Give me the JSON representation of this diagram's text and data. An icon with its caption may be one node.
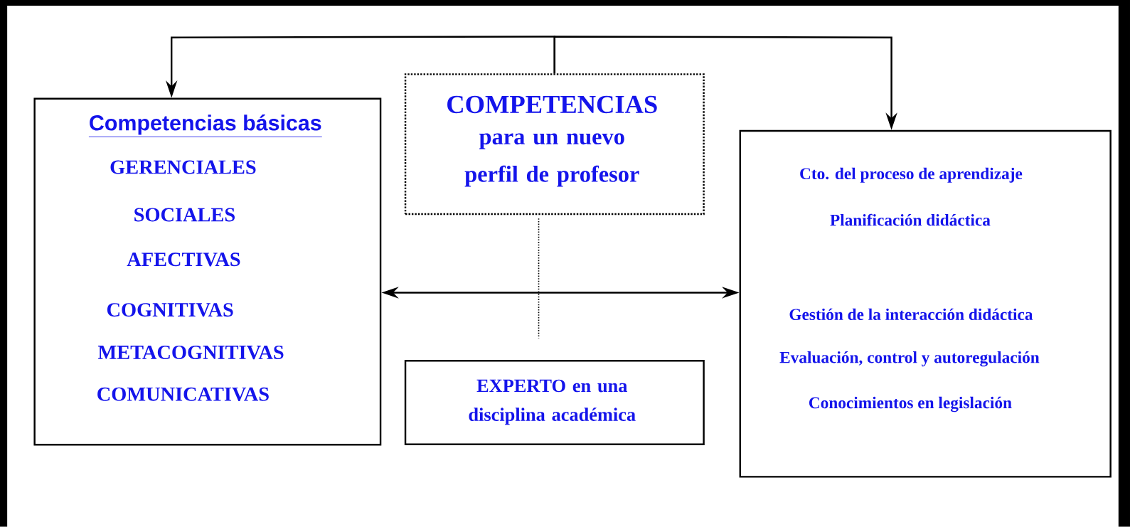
{
  "diagram": {
    "nodes": [
      {
        "text": [
          "Competencias básicas",
          "GERENCIALES",
          "SOCIALES",
          "AFECTIVAS",
          "COGNITIVAS",
          "METACOGNITIVAS",
          "COMUNICATIVAS"
        ]
      },
      {
        "text": [
          "COMPETENCIAS",
          "para un nuevo perfil de profesor"
        ]
      },
      {
        "text": [
          "EXPERTO en una disciplina académica"
        ]
      },
      {
        "text": [
          "Cto. del proceso de aprendizaje",
          "Planificación didáctica",
          "Gestión de la interacción didáctica",
          "Evaluación, control y autoregulación",
          "Conocimientos en legislación"
        ]
      }
    ],
    "edges": [
      {
        "from": 1,
        "to": 0,
        "arrow": "to"
      },
      {
        "from": 1,
        "to": 3,
        "arrow": "to"
      },
      {
        "from": 0,
        "to": 3,
        "arrow": "both"
      },
      {
        "from": 1,
        "to": 2,
        "arrow": "none",
        "style": "dashed"
      }
    ]
  }
}
